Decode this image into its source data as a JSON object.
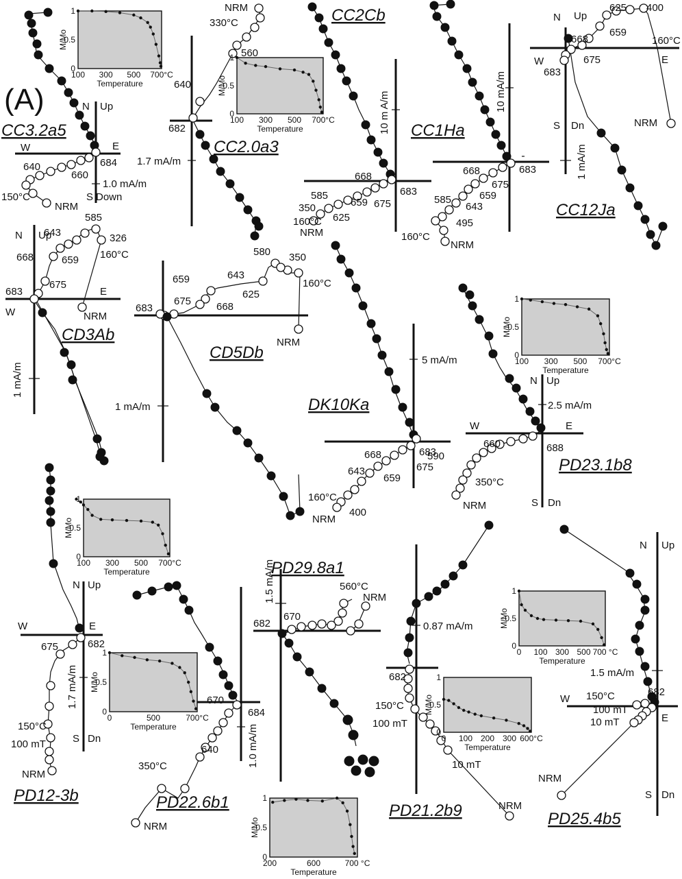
{
  "panel_label": "(A)",
  "inset_labels": {
    "ylabel": "M/Mo",
    "xlabel": "Temperature"
  },
  "diagrams": [
    {
      "id": "cc32a5",
      "sample": "CC3.2a5",
      "dirs": {
        "n": "N",
        "up": "Up",
        "w": "W",
        "e": "E",
        "s": "S",
        "down": "Down"
      },
      "scale": "1.0 mA/m",
      "steps": [
        "640",
        "660",
        "684",
        "150°C",
        "NRM"
      ]
    },
    {
      "id": "cc20a3",
      "sample": "CC2.0a3",
      "scale": "1.7 mA/m",
      "steps": [
        "NRM",
        "330°C",
        "560",
        "640",
        "682"
      ]
    },
    {
      "id": "cc2cb",
      "sample": "CC2Cb",
      "scale": "10 m A/m",
      "steps": [
        "668",
        "683",
        "585",
        "659",
        "675",
        "350",
        "625",
        "160°C",
        "NRM"
      ]
    },
    {
      "id": "cc1ha",
      "sample": "CC1Ha",
      "scale": "10 mA/m",
      "steps": [
        "668",
        "683",
        "675",
        "659",
        "585",
        "643",
        "495",
        "160°C",
        "NRM"
      ]
    },
    {
      "id": "cc12ja",
      "sample": "CC12Ja",
      "dirs": {
        "n": "N",
        "up": "Up",
        "w": "W",
        "e": "E",
        "s": "S",
        "dn": "Dn"
      },
      "scale": "1 mA/m",
      "steps": [
        "625",
        "400",
        "659",
        "668",
        "160°C",
        "683",
        "675",
        "NRM"
      ]
    },
    {
      "id": "cd3ab",
      "sample": "CD3Ab",
      "dirs": {
        "n": "N",
        "up": "Up",
        "w": "W",
        "e": "E"
      },
      "scale": "1 mA/m",
      "steps": [
        "585",
        "643",
        "326",
        "668",
        "659",
        "160°C",
        "675",
        "683",
        "NRM"
      ]
    },
    {
      "id": "cd5db",
      "sample": "CD5Db",
      "scale": "1 mA/m",
      "steps": [
        "580",
        "350",
        "659",
        "643",
        "160°C",
        "625",
        "675",
        "683",
        "668",
        "NRM"
      ]
    },
    {
      "id": "dk10ka",
      "sample": "DK10Ka",
      "scale": "5 mA/m",
      "steps": [
        "683",
        "668",
        "675",
        "643",
        "659",
        "160°C",
        "400",
        "NRM"
      ]
    },
    {
      "id": "pd231b8",
      "sample": "PD23.1b8",
      "dirs": {
        "n": "N",
        "up": "Up",
        "w": "W",
        "e": "E",
        "s": "S",
        "dn": "Dn"
      },
      "scale": "2.5 mA/m",
      "steps": [
        "660",
        "688",
        "590",
        "350°C",
        "NRM"
      ]
    },
    {
      "id": "pd123b",
      "sample": "PD12-3b",
      "dirs": {
        "n": "N",
        "up": "Up",
        "w": "W",
        "e": "E",
        "s": "S",
        "dn": "Dn"
      },
      "scale": "1.7 mA/m",
      "steps": [
        "675",
        "682",
        "150°C",
        "100 mT",
        "NRM"
      ]
    },
    {
      "id": "pd226b1",
      "sample": "PD22.6b1",
      "scale": "1.0 mA/m",
      "steps": [
        "670",
        "684",
        "640",
        "350°C",
        "NRM"
      ]
    },
    {
      "id": "pd298a1",
      "sample": "PD29.8a1",
      "scale": "1.5 mA/m",
      "steps": [
        "560°C",
        "NRM",
        "682",
        "670"
      ]
    },
    {
      "id": "pd212b9",
      "sample": "PD21.2b9",
      "scale": "0.87 mA/m",
      "steps": [
        "682",
        "150°C",
        "100 mT",
        "10 mT",
        "NRM"
      ]
    },
    {
      "id": "pd254b5",
      "sample": "PD25.4b5",
      "dirs": {
        "n": "N",
        "up": "Up",
        "w": "W",
        "e": "E",
        "s": "S",
        "dn": "Dn"
      },
      "scale": "1.5 mA/m",
      "steps": [
        "682",
        "150°C",
        "100 mT",
        "10 mT",
        "NRM"
      ]
    }
  ],
  "chart_data": [
    {
      "type": "line",
      "title": "",
      "xlabel": "Temperature",
      "ylabel": "M/Mo",
      "xlim": [
        100,
        700
      ],
      "ylim": [
        0,
        1
      ],
      "xticks": [
        "100",
        "300",
        "500",
        "700°C"
      ],
      "yticks": [
        "0",
        "0.5",
        "1"
      ],
      "x": [
        100,
        200,
        300,
        400,
        500,
        550,
        600,
        620,
        640,
        660,
        680,
        690,
        695
      ],
      "values": [
        1.0,
        1.0,
        0.99,
        0.97,
        0.93,
        0.88,
        0.8,
        0.72,
        0.6,
        0.42,
        0.22,
        0.1,
        0.04
      ]
    },
    {
      "type": "line",
      "title": "",
      "xlabel": "Temperature",
      "ylabel": "M/Mo",
      "xlim": [
        100,
        700
      ],
      "ylim": [
        0,
        1
      ],
      "xticks": [
        "100",
        "300",
        "500",
        "700°C"
      ],
      "yticks": [
        "0",
        "0.5",
        "1"
      ],
      "x": [
        100,
        160,
        230,
        300,
        400,
        500,
        560,
        600,
        630,
        650,
        670,
        680,
        690
      ],
      "values": [
        1.0,
        0.9,
        0.86,
        0.84,
        0.8,
        0.78,
        0.74,
        0.7,
        0.58,
        0.42,
        0.25,
        0.12,
        0.03
      ]
    },
    {
      "type": "line",
      "title": "",
      "xlabel": "Temperature",
      "ylabel": "M/Mo",
      "xlim": [
        100,
        700
      ],
      "ylim": [
        0,
        1
      ],
      "xticks": [
        "100",
        "300",
        "500",
        "700°C"
      ],
      "yticks": [
        "0",
        "0.5",
        "1"
      ],
      "x": [
        100,
        160,
        240,
        320,
        400,
        480,
        560,
        620,
        640,
        660,
        670,
        680,
        690
      ],
      "values": [
        1.0,
        0.98,
        0.95,
        0.92,
        0.9,
        0.86,
        0.82,
        0.7,
        0.56,
        0.38,
        0.22,
        0.1,
        0.03
      ]
    },
    {
      "type": "line",
      "title": "",
      "xlabel": "Temperature",
      "ylabel": "M/Mo",
      "xlim": [
        100,
        700
      ],
      "ylim": [
        0,
        1
      ],
      "xticks": [
        "100",
        "300",
        "500",
        "700°C"
      ],
      "yticks": [
        "0",
        "0.5",
        "1"
      ],
      "x": [
        50,
        80,
        100,
        130,
        160,
        220,
        300,
        400,
        500,
        580,
        620,
        650,
        670,
        690
      ],
      "values": [
        1.0,
        0.95,
        0.9,
        0.82,
        0.72,
        0.65,
        0.64,
        0.63,
        0.62,
        0.6,
        0.55,
        0.4,
        0.2,
        0.05
      ]
    },
    {
      "type": "line",
      "title": "",
      "xlabel": "Temperature",
      "ylabel": "M/Mo",
      "xlim": [
        0,
        700
      ],
      "ylim": [
        0,
        1
      ],
      "xticks": [
        "0",
        "500",
        "700°C"
      ],
      "yticks": [
        "0",
        "0.5",
        "1"
      ],
      "x": [
        0,
        100,
        200,
        300,
        400,
        500,
        560,
        600,
        630,
        650,
        670,
        690
      ],
      "values": [
        1.0,
        0.95,
        0.92,
        0.88,
        0.86,
        0.82,
        0.75,
        0.66,
        0.5,
        0.34,
        0.18,
        0.05
      ]
    },
    {
      "type": "line",
      "title": "",
      "xlabel": "Temperature",
      "ylabel": "M/Mo",
      "xlim": [
        0,
        700
      ],
      "ylim": [
        0,
        1
      ],
      "xticks": [
        "0",
        "100",
        "300",
        "500",
        "700 °C"
      ],
      "yticks": [
        "0",
        "0.5",
        "1"
      ],
      "x": [
        0,
        20,
        50,
        100,
        150,
        200,
        300,
        400,
        500,
        600,
        640,
        670,
        690
      ],
      "values": [
        1.0,
        0.75,
        0.65,
        0.55,
        0.5,
        0.48,
        0.47,
        0.46,
        0.45,
        0.4,
        0.3,
        0.15,
        0.02
      ]
    },
    {
      "type": "line",
      "title": "",
      "xlabel": "Temperature",
      "ylabel": "M/Mo",
      "xlim": [
        0,
        700
      ],
      "ylim": [
        0,
        1
      ],
      "xticks": [
        "0",
        "100",
        "200",
        "300",
        "600°C"
      ],
      "yticks": [
        "0",
        "0.5",
        "1"
      ],
      "x": [
        0,
        40,
        80,
        120,
        160,
        200,
        250,
        300,
        400,
        500,
        600,
        640,
        670,
        690
      ],
      "values": [
        0.6,
        0.58,
        0.52,
        0.45,
        0.4,
        0.37,
        0.33,
        0.3,
        0.26,
        0.22,
        0.16,
        0.12,
        0.07,
        0.02
      ]
    },
    {
      "type": "line",
      "title": "",
      "xlabel": "Temperature",
      "ylabel": "M/Mo",
      "xlim": [
        100,
        700
      ],
      "ylim": [
        0,
        1
      ],
      "xticks": [
        "200",
        "600",
        "700 °C"
      ],
      "yticks": [
        "0",
        "0.5",
        "1"
      ],
      "x": [
        120,
        200,
        280,
        360,
        460,
        560,
        600,
        630,
        650,
        660,
        670,
        680
      ],
      "values": [
        0.93,
        0.96,
        0.98,
        0.96,
        0.95,
        1.0,
        0.92,
        0.78,
        0.55,
        0.35,
        0.18,
        0.06
      ]
    }
  ]
}
